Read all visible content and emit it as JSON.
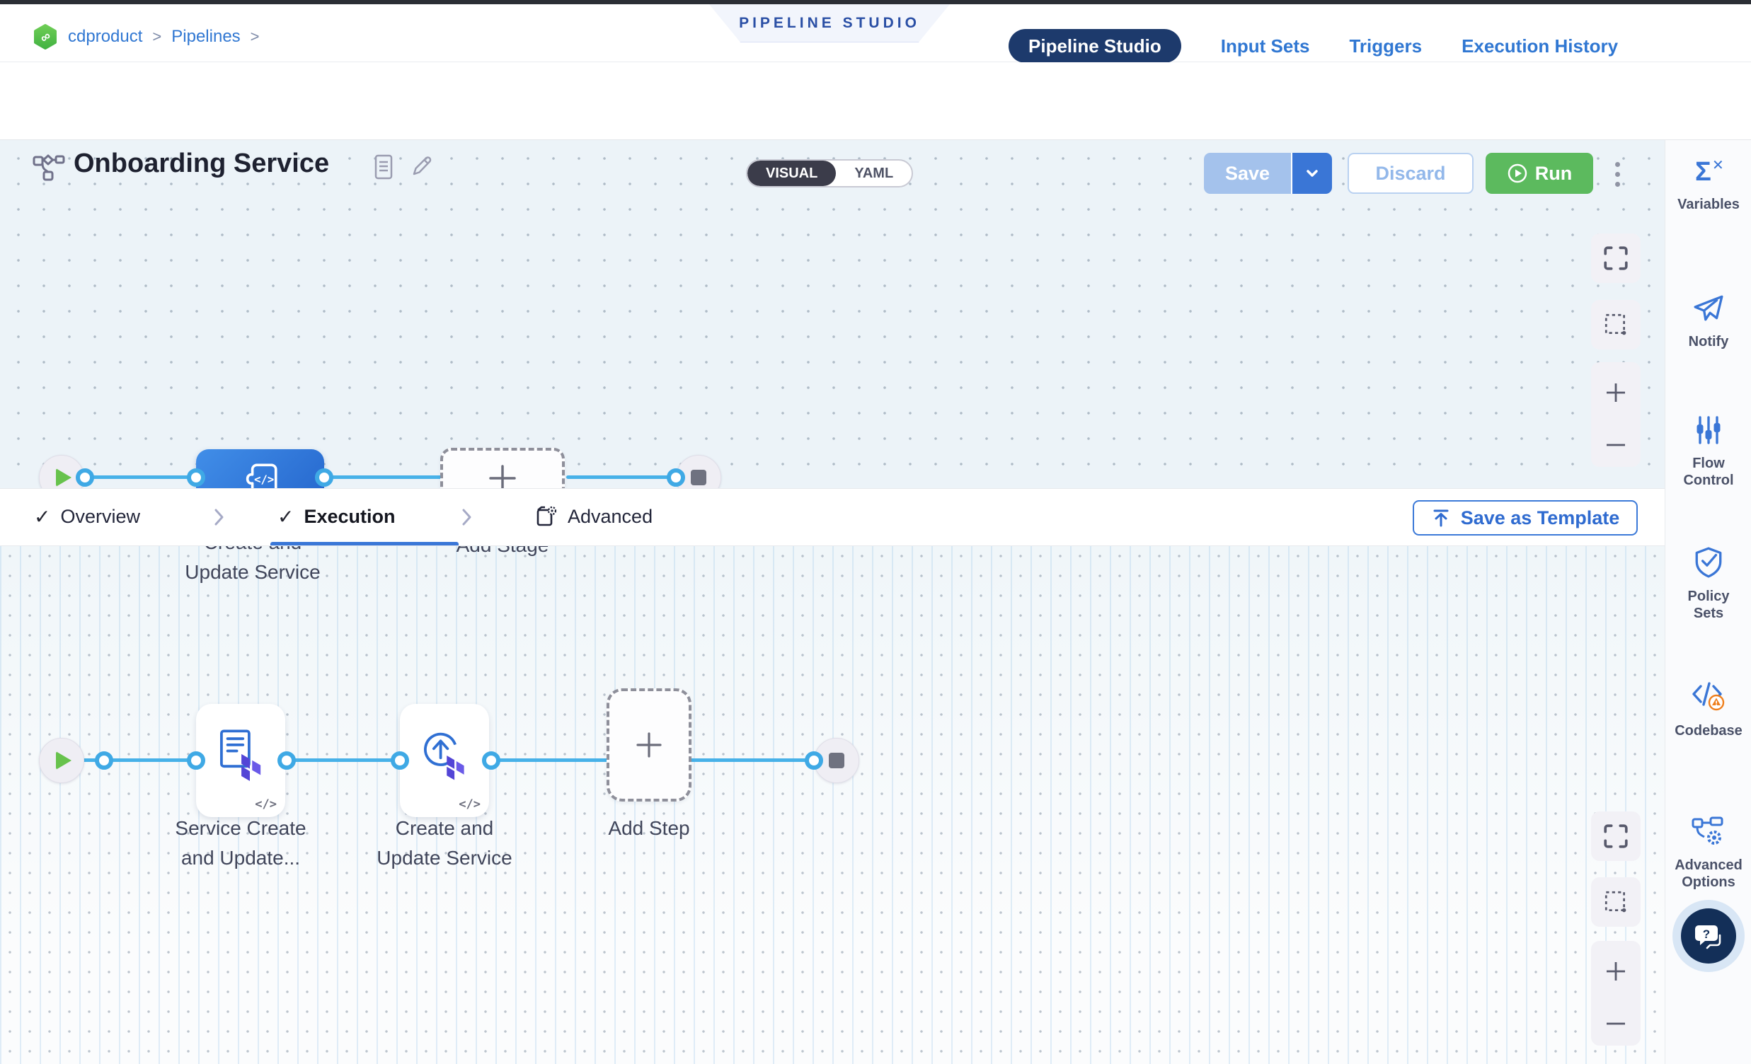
{
  "breadcrumb": {
    "items": [
      "cdproduct",
      "Pipelines"
    ],
    "separator": ">"
  },
  "banner": {
    "label": "PIPELINE STUDIO"
  },
  "top_nav": {
    "items": [
      {
        "label": "Pipeline Studio",
        "active": true
      },
      {
        "label": "Input Sets",
        "active": false
      },
      {
        "label": "Triggers",
        "active": false
      },
      {
        "label": "Execution History",
        "active": false
      }
    ]
  },
  "toolbar": {
    "title": "Onboarding Service",
    "mode_toggle": {
      "options": [
        "VISUAL",
        "YAML"
      ],
      "selected": "VISUAL"
    },
    "save_label": "Save",
    "discard_label": "Discard",
    "run_label": "Run"
  },
  "stage_canvas": {
    "stage": {
      "name_lines": [
        "Create and",
        "Update Service"
      ]
    },
    "add_stage_label": "Add Stage"
  },
  "pipeline_tabs": {
    "items": [
      {
        "label": "Overview",
        "checked": true,
        "active": false
      },
      {
        "label": "Execution",
        "checked": true,
        "active": true
      },
      {
        "label": "Advanced",
        "checked": false,
        "active": false
      }
    ],
    "save_as_template_label": "Save as Template"
  },
  "step_canvas": {
    "steps": [
      {
        "name_lines": [
          "Service Create",
          "and Update..."
        ]
      },
      {
        "name_lines": [
          "Create and",
          "Update Service"
        ]
      }
    ],
    "add_step_label": "Add Step"
  },
  "sidebar": {
    "items": [
      {
        "label_lines": [
          "Variables"
        ]
      },
      {
        "label_lines": [
          "Notify"
        ]
      },
      {
        "label_lines": [
          "Flow",
          "Control"
        ]
      },
      {
        "label_lines": [
          "Policy",
          "Sets"
        ]
      },
      {
        "label_lines": [
          "Codebase"
        ]
      },
      {
        "label_lines": [
          "Advanced",
          "Options"
        ]
      }
    ]
  },
  "glyphs": {
    "code_badge": "</>"
  },
  "colors": {
    "accent_blue": "#3577d6",
    "navy": "#1d3a6c",
    "run_green": "#5cba5e",
    "canvas_edge_blue": "#47b1e8",
    "stage_blue": "#2f7ad9",
    "terraform_purple": "#5345d6",
    "warning_orange": "#ef7f1d",
    "play_green": "#67c24c"
  }
}
